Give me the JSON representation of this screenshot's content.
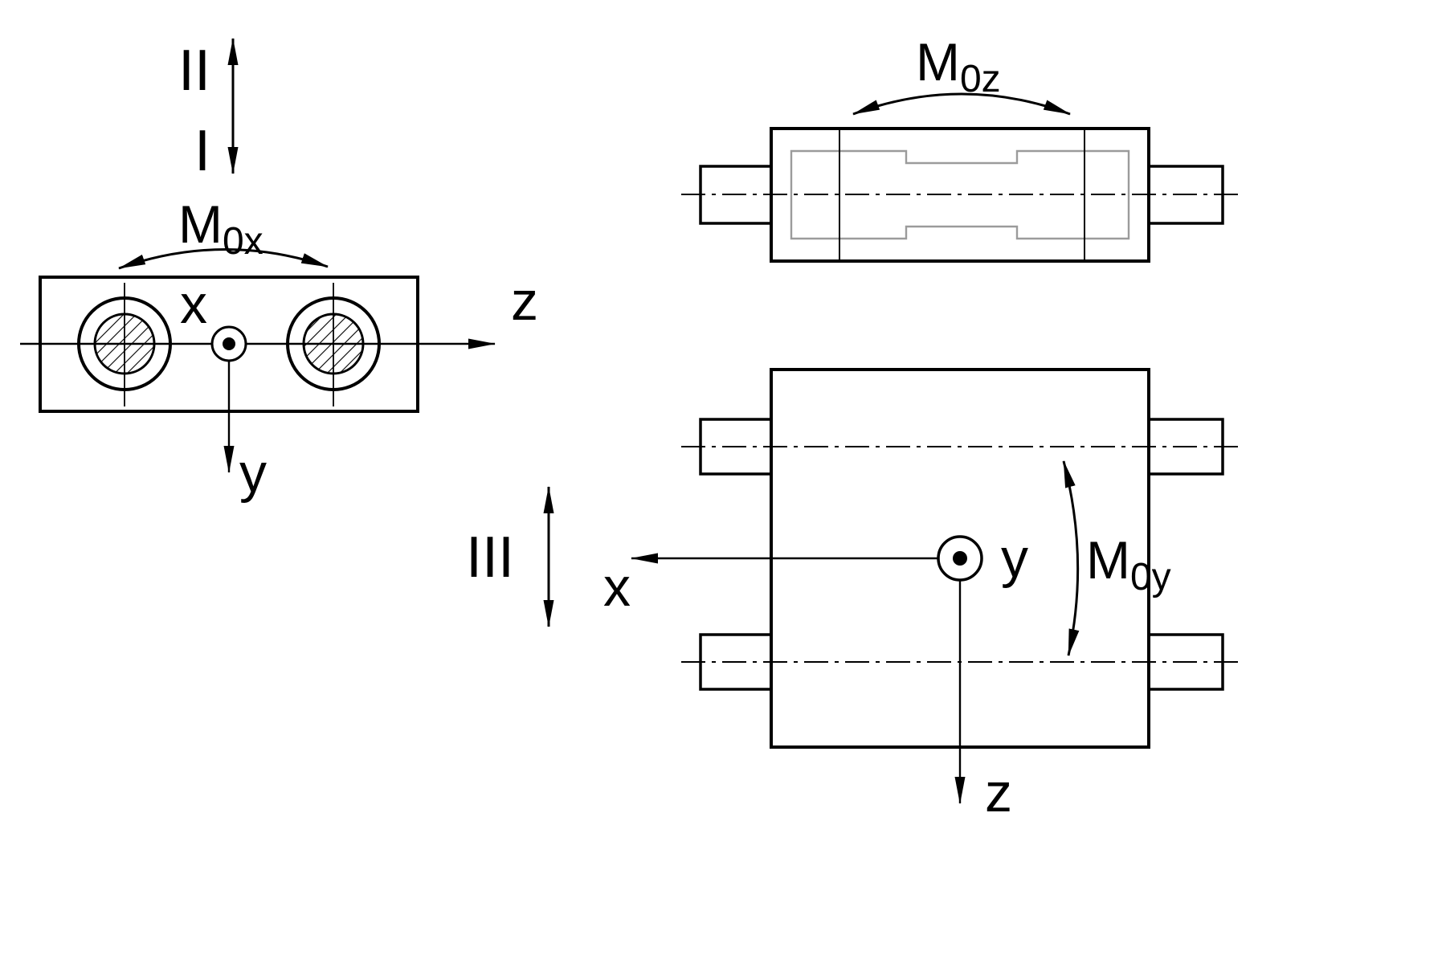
{
  "figure": {
    "background": "#ffffff",
    "line_color": "#000000",
    "hidden_line_color": "#9b9b9b",
    "front_view": {
      "load_direction_up": "II",
      "load_direction_down": "I",
      "moment_label": {
        "base": "M",
        "sub": "0x"
      },
      "axis_x": "x",
      "axis_z": "z",
      "axis_y": "y"
    },
    "top_view": {
      "moment_label": {
        "base": "M",
        "sub": "0z"
      }
    },
    "side_view": {
      "load_direction_lateral": "III",
      "moment_label": {
        "base": "M",
        "sub": "0y"
      },
      "axis_x": "x",
      "axis_y": "y",
      "axis_z": "z"
    }
  }
}
